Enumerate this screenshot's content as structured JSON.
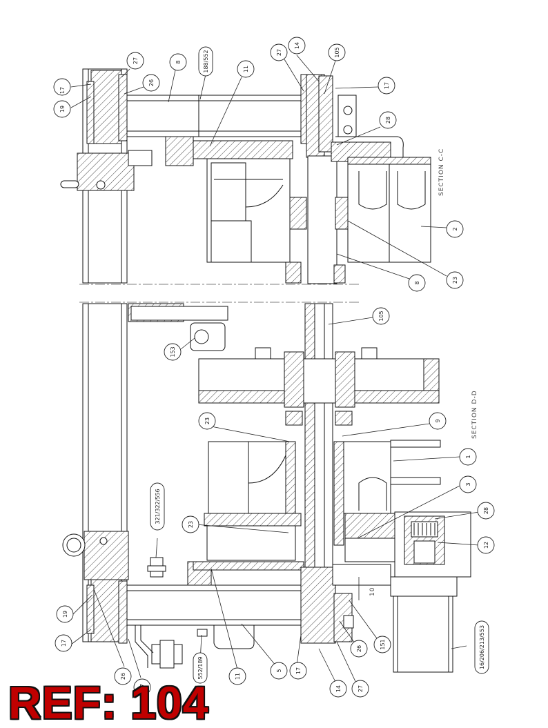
{
  "sections": {
    "cc": "SECTION C-C",
    "dd": "SECTION D-D"
  },
  "ref_label": "REF: 104",
  "dimension_label": "10",
  "balloons": [
    {
      "id": "b17a",
      "text": "17"
    },
    {
      "id": "b19a",
      "text": "19"
    },
    {
      "id": "b27a",
      "text": "27"
    },
    {
      "id": "b26a",
      "text": "26"
    },
    {
      "id": "b8a",
      "text": "8"
    },
    {
      "id": "b188a",
      "text": "188/552"
    },
    {
      "id": "b11a",
      "text": "11"
    },
    {
      "id": "b27b",
      "text": "27"
    },
    {
      "id": "b14a",
      "text": "14"
    },
    {
      "id": "b105a",
      "text": "105"
    },
    {
      "id": "b17b",
      "text": "17"
    },
    {
      "id": "b28a",
      "text": "28"
    },
    {
      "id": "b2",
      "text": "2"
    },
    {
      "id": "b23a",
      "text": "23"
    },
    {
      "id": "b8b",
      "text": "8"
    },
    {
      "id": "b105b",
      "text": "105"
    },
    {
      "id": "b153",
      "text": "153"
    },
    {
      "id": "b23b",
      "text": "23"
    },
    {
      "id": "b9",
      "text": "9"
    },
    {
      "id": "b1",
      "text": "1"
    },
    {
      "id": "b3",
      "text": "3"
    },
    {
      "id": "b28b",
      "text": "28"
    },
    {
      "id": "b12",
      "text": "12"
    },
    {
      "id": "b321",
      "text": "321/322/556"
    },
    {
      "id": "b23c",
      "text": "23"
    },
    {
      "id": "b19b",
      "text": "19"
    },
    {
      "id": "b17c",
      "text": "17"
    },
    {
      "id": "b26b",
      "text": "26"
    },
    {
      "id": "b37",
      "text": "37"
    },
    {
      "id": "b552",
      "text": "552/189"
    },
    {
      "id": "b11b",
      "text": "11"
    },
    {
      "id": "b5",
      "text": "5"
    },
    {
      "id": "b17d",
      "text": "17"
    },
    {
      "id": "b14b",
      "text": "14"
    },
    {
      "id": "b27c",
      "text": "27"
    },
    {
      "id": "b26c",
      "text": "26"
    },
    {
      "id": "b151",
      "text": "151"
    },
    {
      "id": "b16",
      "text": "16/206/213/553"
    }
  ]
}
